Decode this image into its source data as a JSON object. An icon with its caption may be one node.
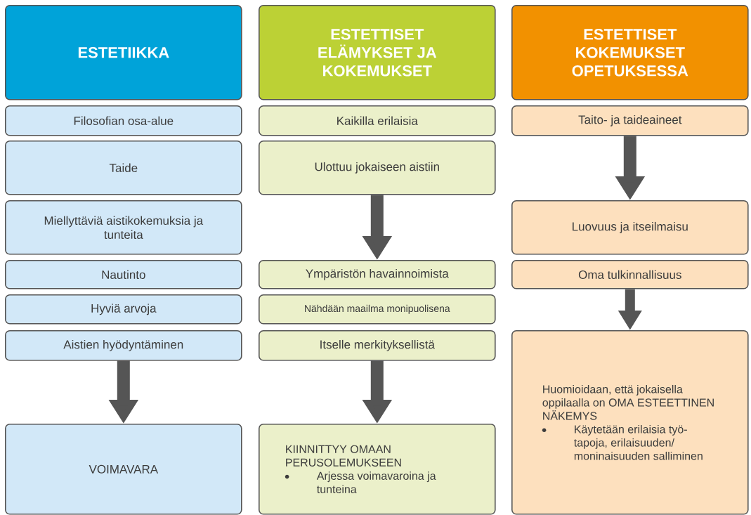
{
  "diagram": {
    "nodes": [
      {
        "text": [
          "ESTETIIKKA"
        ]
      },
      {
        "text": [
          "Filosofian osa-alue"
        ]
      },
      {
        "text": [
          "Taide"
        ]
      },
      {
        "text": [
          "Miellyttäviä aistikokemuksia ja tunteita"
        ]
      },
      {
        "text": [
          "Nautinto"
        ]
      },
      {
        "text": [
          "Hyviä arvoja"
        ]
      },
      {
        "text": [
          "Aistien hyödyntäminen"
        ]
      },
      {
        "text": [
          "VOIMAVARA"
        ]
      },
      {
        "text": [
          "ESTETTISET ELÄMYKSET JA KOKEMUKSET"
        ]
      },
      {
        "text": [
          "Kaikilla erilaisia"
        ]
      },
      {
        "text": [
          "Ulottuu jokaiseen aistiin"
        ]
      },
      {
        "text": [
          "Ympäristön havainnoimista"
        ]
      },
      {
        "text": [
          "Nähdään maailma monipuolisena"
        ]
      },
      {
        "text": [
          "Itselle merkityksellistä"
        ]
      },
      {
        "text": [
          "KIINNITTYY OMAAN PERUSOLEMUKSEEN",
          "Arjessa voimavaroina ja tunteina"
        ]
      },
      {
        "text": [
          "ESTETTISET KOKEMUKSET OPETUKSESSA"
        ]
      },
      {
        "text": [
          "Taito- ja taideaineet"
        ]
      },
      {
        "text": [
          "Luovuus ja itseilmaisu"
        ]
      },
      {
        "text": [
          "Oma tulkinnallisuus"
        ]
      },
      {
        "text": [
          "Huomioidaan, että jokaisella oppilaalla on OMA ESTEETTINEN NÄKEMYS",
          "Käytetään erilaisia työ- tapoja, erilaisuuden/ moninaisuuden salliminen"
        ]
      }
    ],
    "edges": [
      {
        "from": 6,
        "to": 7,
        "arrow": "to"
      },
      {
        "from": 10,
        "to": 11,
        "arrow": "to"
      },
      {
        "from": 13,
        "to": 14,
        "arrow": "to"
      },
      {
        "from": 16,
        "to": 17,
        "arrow": "to"
      },
      {
        "from": 18,
        "to": 19,
        "arrow": "to"
      }
    ]
  }
}
